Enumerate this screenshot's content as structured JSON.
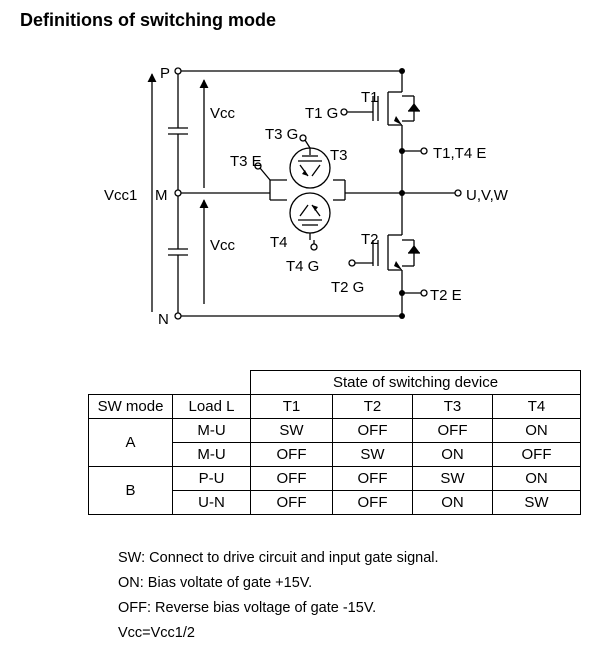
{
  "title": "Definitions of switching mode",
  "circuit": {
    "labels": {
      "P": "P",
      "M": "M",
      "N": "N",
      "vcc1": "Vcc1",
      "vcc_upper": "Vcc",
      "vcc_lower": "Vcc",
      "t1": "T1",
      "t1_g": "T1 G",
      "t3_g": "T3 G",
      "t3_e": "T3 E",
      "t3": "T3",
      "t1t4_e": "T1,T4 E",
      "uvw": "U,V,W",
      "t4": "T4",
      "t2": "T2",
      "t4_g": "T4 G",
      "t2_g": "T2 G",
      "t2_e": "T2 E"
    }
  },
  "table": {
    "group_header": "State of switching device",
    "headers": [
      "SW mode",
      "Load L",
      "T1",
      "T2",
      "T3",
      "T4"
    ],
    "modes": [
      {
        "mode": "A",
        "rows": [
          {
            "load": "M-U",
            "t1": "SW",
            "t2": "OFF",
            "t3": "OFF",
            "t4": "ON"
          },
          {
            "load": "M-U",
            "t1": "OFF",
            "t2": "SW",
            "t3": "ON",
            "t4": "OFF"
          }
        ]
      },
      {
        "mode": "B",
        "rows": [
          {
            "load": "P-U",
            "t1": "OFF",
            "t2": "OFF",
            "t3": "SW",
            "t4": "ON"
          },
          {
            "load": "U-N",
            "t1": "OFF",
            "t2": "OFF",
            "t3": "ON",
            "t4": "SW"
          }
        ]
      }
    ]
  },
  "notes": [
    "SW: Connect to drive circuit and input gate signal.",
    "ON: Bias voltate of gate +15V.",
    "OFF: Reverse bias voltage of gate -15V.",
    "Vcc=Vcc1/2"
  ]
}
